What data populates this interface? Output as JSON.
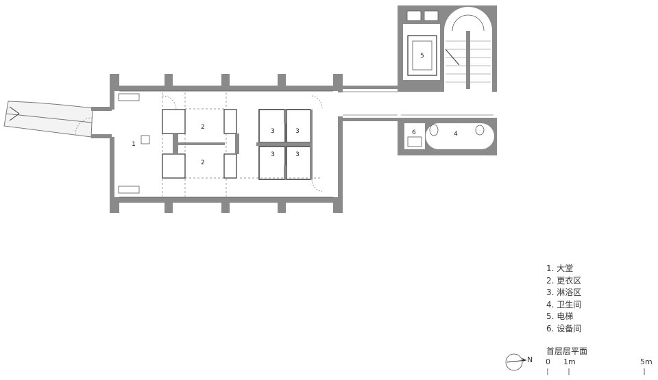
{
  "rooms": [
    {
      "id": "r1",
      "number": "1"
    },
    {
      "id": "r2a",
      "number": "2"
    },
    {
      "id": "r2b",
      "number": "2"
    },
    {
      "id": "r3a",
      "number": "3"
    },
    {
      "id": "r3b",
      "number": "3"
    },
    {
      "id": "r3c",
      "number": "3"
    },
    {
      "id": "r3d",
      "number": "3"
    },
    {
      "id": "r4",
      "number": "4"
    },
    {
      "id": "r5",
      "number": "5"
    },
    {
      "id": "r6",
      "number": "6"
    }
  ],
  "legend": [
    "1. 大堂",
    "2. 更衣区",
    "3. 淋浴区",
    "4. 卫生间",
    "5. 电梯",
    "6. 设备间"
  ],
  "plan_title": "首层层平面",
  "north_label": "N",
  "scale_labels": [
    "0",
    "1m",
    "5m"
  ],
  "colors": {
    "wall": "#8a8a8a",
    "wall_dark": "#6f6f6f",
    "line": "#555555"
  }
}
